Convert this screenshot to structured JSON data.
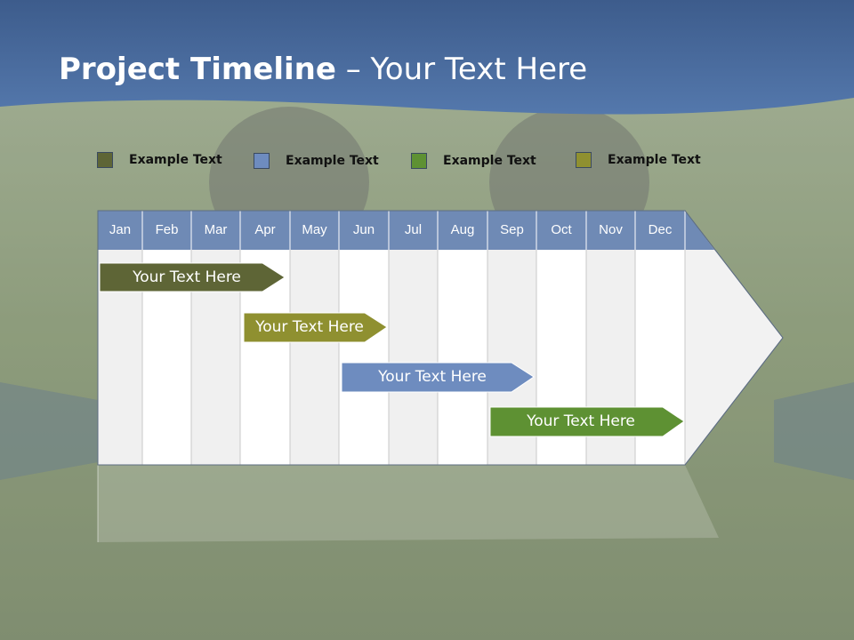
{
  "slide": {
    "title_bold": "Project Timeline",
    "title_rest": " – Your Text Here"
  },
  "colors": {
    "header_blue": "#4a6a9a",
    "month_header": "#6f8ab5",
    "task1": "#5e6536",
    "task2": "#8f9030",
    "task3": "#6e8cbf",
    "task4": "#5e9133"
  },
  "legend": [
    {
      "label": "Example Text",
      "color": "#5e6536"
    },
    {
      "label": "Example Text",
      "color": "#6e8cbf"
    },
    {
      "label": "Example Text",
      "color": "#5e9133"
    },
    {
      "label": "Example Text",
      "color": "#8f9030"
    }
  ],
  "timeline": {
    "months": [
      "Jan",
      "Feb",
      "Mar",
      "Apr",
      "May",
      "Jun",
      "Jul",
      "Aug",
      "Sep",
      "Oct",
      "Nov",
      "Dec"
    ],
    "tasks": [
      {
        "label": "Your  Text Here"
      },
      {
        "label": "Your  Text Here"
      },
      {
        "label": "Your  Text Here"
      },
      {
        "label": "Your  Text Here"
      }
    ]
  }
}
